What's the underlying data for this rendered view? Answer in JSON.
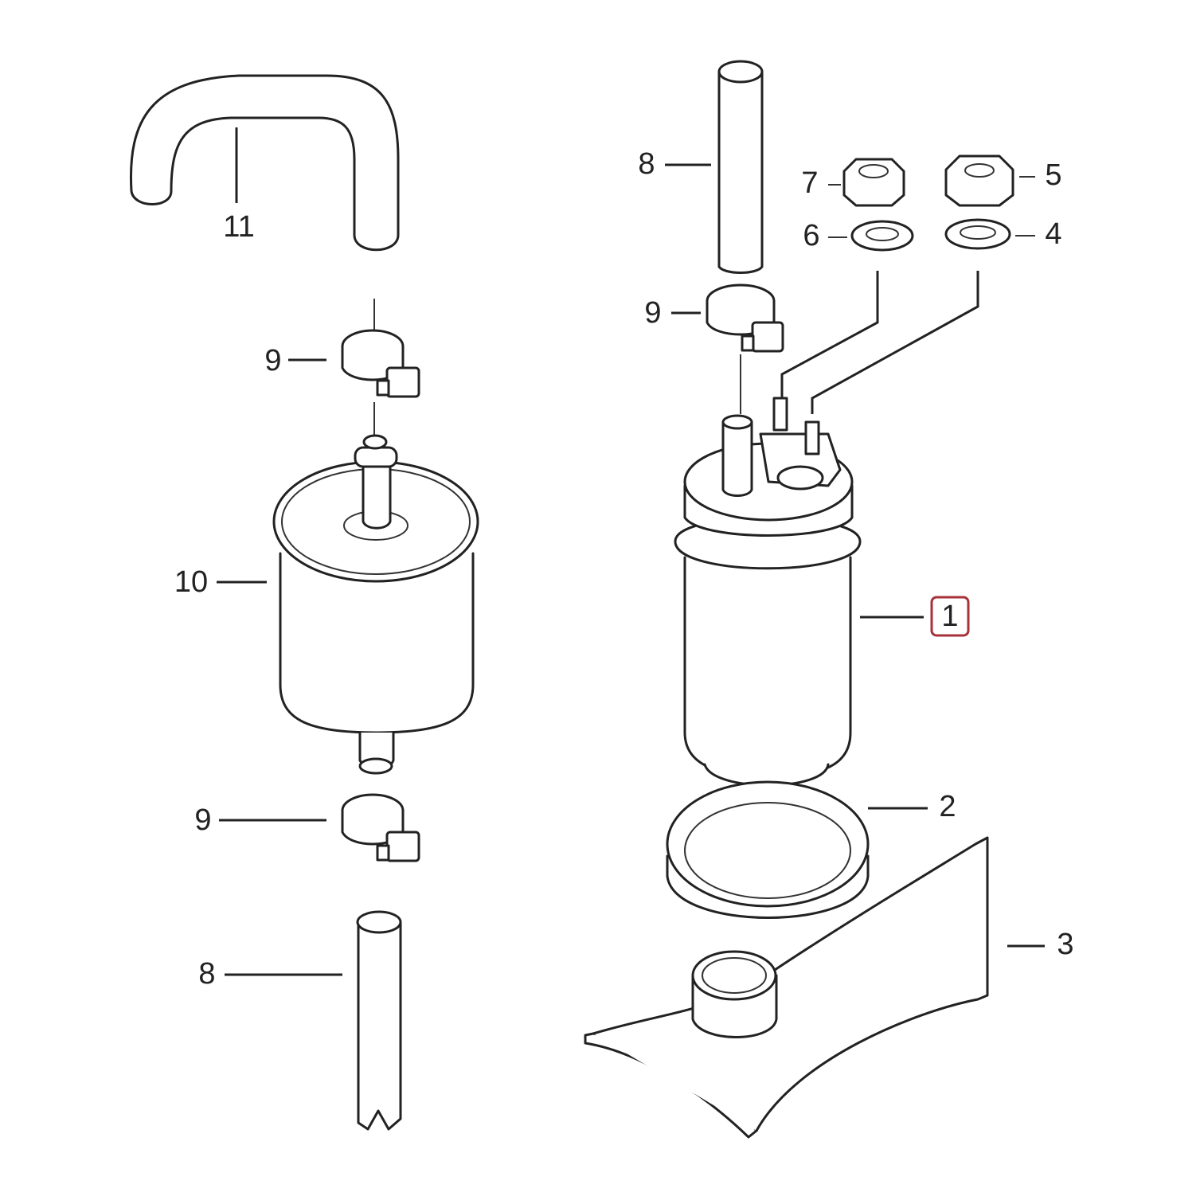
{
  "diagram": {
    "title": "Fuel pump and filter exploded parts diagram",
    "highlight_color": "#a8323a",
    "line_color": "#222222",
    "callouts": {
      "hose_bent": "11",
      "clamp_left_top": "9",
      "filter": "10",
      "clamp_left_bottom": "9",
      "hose_left": "8",
      "hose_right": "8",
      "nut_small": "7",
      "washer_small": "6",
      "nut_large": "5",
      "washer_large": "4",
      "clamp_right": "9",
      "pump": "1",
      "ring": "2",
      "bracket": "3"
    },
    "selected_part": "1"
  }
}
